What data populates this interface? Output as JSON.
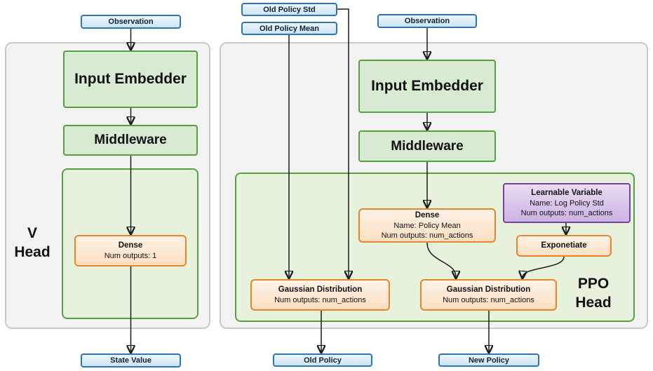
{
  "v_head": {
    "panel_label": {
      "line1": "V",
      "line2": "Head"
    },
    "observation": "Observation",
    "input_embedder": "Input Embedder",
    "middleware": "Middleware",
    "dense": {
      "title": "Dense",
      "outputs": "Num outputs: 1"
    },
    "state_value": "State Value"
  },
  "ppo_head": {
    "panel_label": {
      "line1": "PPO",
      "line2": "Head"
    },
    "old_policy_std": "Old Policy Std",
    "old_policy_mean": "Old Policy Mean",
    "observation": "Observation",
    "input_embedder": "Input Embedder",
    "middleware": "Middleware",
    "dense": {
      "title": "Dense",
      "name": "Name: Policy Mean",
      "outputs": "Num outputs: num_actions"
    },
    "learnable_variable": {
      "title": "Learnable Variable",
      "name": "Name: Log Policy Std",
      "outputs": "Num outputs: num_actions"
    },
    "exponetiate": "Exponetiate",
    "gaussian_old": {
      "title": "Gaussian Distribution",
      "outputs": "Num outputs: num_actions"
    },
    "gaussian_new": {
      "title": "Gaussian Distribution",
      "outputs": "Num outputs: num_actions"
    },
    "old_policy": "Old Policy",
    "new_policy": "New Policy"
  },
  "colors": {
    "blue_border": "#2e75b6",
    "blue_fill": "#cde4f6",
    "green_border": "#56a041",
    "green_fill": "#d9ead3",
    "green_container_fill": "#e7f2dc",
    "orange_border": "#e8852c",
    "orange_fill": "#fbdfc2",
    "purple_border": "#7a3fa0",
    "purple_fill": "#ccb2e4",
    "panel_fill": "#f2f2f2",
    "arrow": "#1a1a1a"
  }
}
